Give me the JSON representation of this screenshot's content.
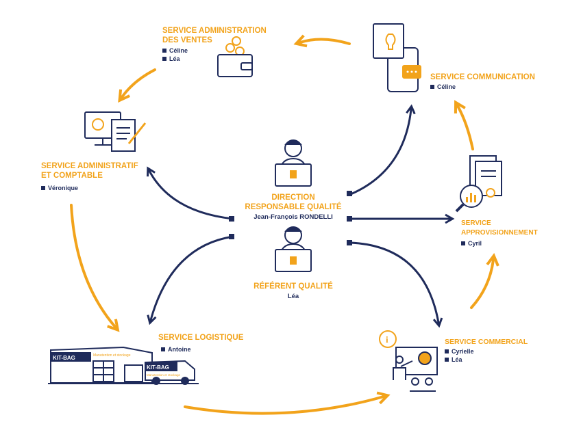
{
  "colors": {
    "accent": "#f2a31b",
    "navy": "#1f2b5b"
  },
  "center": {
    "direction_line1": "DIRECTION",
    "direction_line2": "RESPONSABLE QUALITÉ",
    "direction_name": "Jean-François RONDELLI",
    "referent_title": "RÉFÉRENT QUALITÉ",
    "referent_name": "Léa"
  },
  "services": {
    "admin_ventes": {
      "line1": "SERVICE ADMINISTRATION",
      "line2": "DES VENTES",
      "members": [
        "Céline",
        "Léa"
      ],
      "icon": "wallet-coins-icon"
    },
    "communication": {
      "line1": "SERVICE COMMUNICATION",
      "members": [
        "Céline"
      ],
      "icon": "smartphone-idea-icon"
    },
    "admin_comptable": {
      "line1": "SERVICE ADMINISTRATIF",
      "line2": "ET COMPTABLE",
      "members": [
        "Véronique"
      ],
      "icon": "computer-invoice-icon"
    },
    "approvisionnement": {
      "line1": "SERVICE",
      "line2": "APPROVISIONNEMENT",
      "members": [
        "Cyril"
      ],
      "icon": "documents-magnifier-icon"
    },
    "logistique": {
      "line1": "SERVICE LOGISTIQUE",
      "members": [
        "Antoine"
      ],
      "icon": "warehouse-truck-icon"
    },
    "commercial": {
      "line1": "SERVICE COMMERCIAL",
      "members": [
        "Cyrielle",
        "Léa"
      ],
      "icon": "presentation-icon"
    }
  },
  "branding": {
    "warehouse_sign": "KIT-BAG",
    "warehouse_tagline": "Manutention et stockage",
    "truck_sign": "KIT-BAG",
    "truck_tagline": "Manutention et stockage"
  }
}
